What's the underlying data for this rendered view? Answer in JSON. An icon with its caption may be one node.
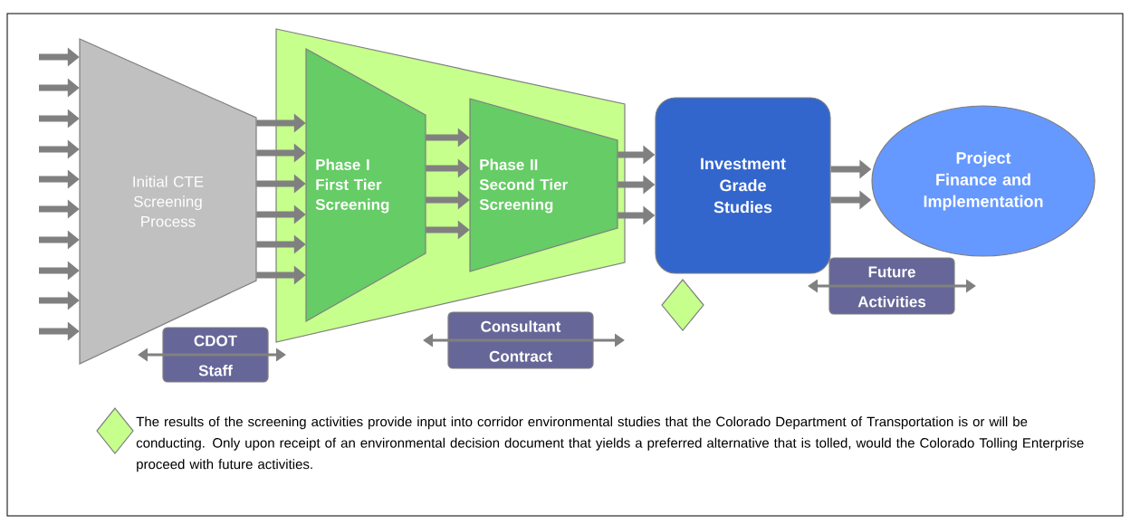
{
  "diagram": {
    "nodes": [
      {
        "text": [
          "Initial CTE Screening Process"
        ]
      },
      {
        "text": [],
        "shape": "trapezoid"
      },
      {
        "text": [
          "Phase I First Tier Screening"
        ],
        "in": 1
      },
      {
        "text": [
          "Phase II Second Tier Screening"
        ],
        "in": 1
      },
      {
        "text": [
          "Investment Grade Studies"
        ]
      },
      {
        "text": [
          "Project Finance and Implementation"
        ]
      },
      {
        "text": [
          "CDOT Staff"
        ]
      },
      {
        "text": [
          "Consultant Contract"
        ]
      },
      {
        "text": [
          "Future Activities"
        ]
      },
      {
        "text": [],
        "shape": "diamond"
      }
    ],
    "edges": [
      {
        "from": null,
        "to": 0,
        "arrow": "to"
      },
      {
        "from": null,
        "to": 0,
        "arrow": "to"
      },
      {
        "from": null,
        "to": 0,
        "arrow": "to"
      },
      {
        "from": null,
        "to": 0,
        "arrow": "to"
      },
      {
        "from": null,
        "to": 0,
        "arrow": "to"
      },
      {
        "from": null,
        "to": 0,
        "arrow": "to"
      },
      {
        "from": null,
        "to": 0,
        "arrow": "to"
      },
      {
        "from": null,
        "to": 0,
        "arrow": "to"
      },
      {
        "from": null,
        "to": 0,
        "arrow": "to"
      },
      {
        "from": null,
        "to": 0,
        "arrow": "to"
      },
      {
        "from": 0,
        "to": 2,
        "arrow": "to"
      },
      {
        "from": 0,
        "to": 2,
        "arrow": "to"
      },
      {
        "from": 0,
        "to": 2,
        "arrow": "to"
      },
      {
        "from": 0,
        "to": 2,
        "arrow": "to"
      },
      {
        "from": 0,
        "to": 2,
        "arrow": "to"
      },
      {
        "from": 0,
        "to": 2,
        "arrow": "to"
      },
      {
        "from": 2,
        "to": 3,
        "arrow": "to"
      },
      {
        "from": 2,
        "to": 3,
        "arrow": "to"
      },
      {
        "from": 2,
        "to": 3,
        "arrow": "to"
      },
      {
        "from": 2,
        "to": 3,
        "arrow": "to"
      },
      {
        "from": 3,
        "to": 4,
        "arrow": "to"
      },
      {
        "from": 3,
        "to": 4,
        "arrow": "to"
      },
      {
        "from": 3,
        "to": 4,
        "arrow": "to"
      },
      {
        "from": 4,
        "to": 5,
        "arrow": "to"
      },
      {
        "from": 4,
        "to": 5,
        "arrow": "to"
      }
    ],
    "legend": [
      {
        "text": "The results of the screening activities provide input into corridor environmental studies that the Colorado Department of Transportation is or will be conducting. Only upon receipt of an environmental decision document that yields a preferred alternative that is tolled, would the Colorado Tolling Enterprise proceed with future activities."
      }
    ]
  }
}
